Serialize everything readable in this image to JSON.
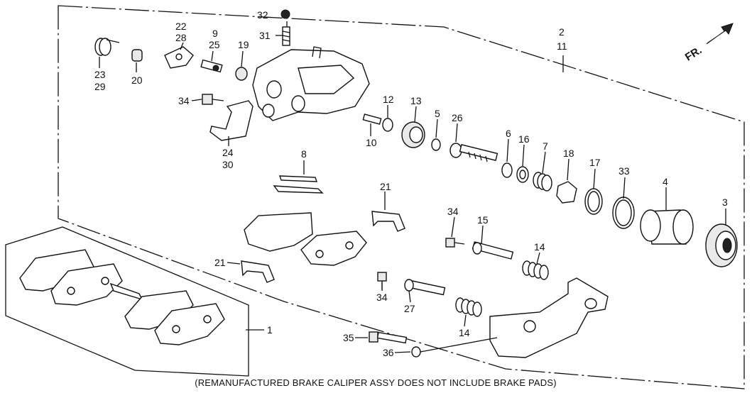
{
  "diagram": {
    "orientation_mark": "FR.",
    "caption": "(REMANUFACTURED BRAKE CALIPER ASSY DOES NOT INCLUDE BRAKE PADS)",
    "callouts": {
      "c1": "1",
      "c2": "2",
      "c11": "11",
      "c3": "3",
      "c4": "4",
      "c5": "5",
      "c6": "6",
      "c7": "7",
      "c8": "8",
      "c9": "9",
      "c25": "25",
      "c10": "10",
      "c12": "12",
      "c13": "13",
      "c14a": "14",
      "c14b": "14",
      "c15": "15",
      "c16": "16",
      "c17": "17",
      "c18": "18",
      "c19": "19",
      "c20": "20",
      "c21a": "21",
      "c21b": "21",
      "c22": "22",
      "c28": "28",
      "c23": "23",
      "c29": "29",
      "c24": "24",
      "c30": "30",
      "c26": "26",
      "c27": "27",
      "c31": "31",
      "c32": "32",
      "c33": "33",
      "c34a": "34",
      "c34b": "34",
      "c34c": "34",
      "c35": "35",
      "c36": "36"
    }
  }
}
